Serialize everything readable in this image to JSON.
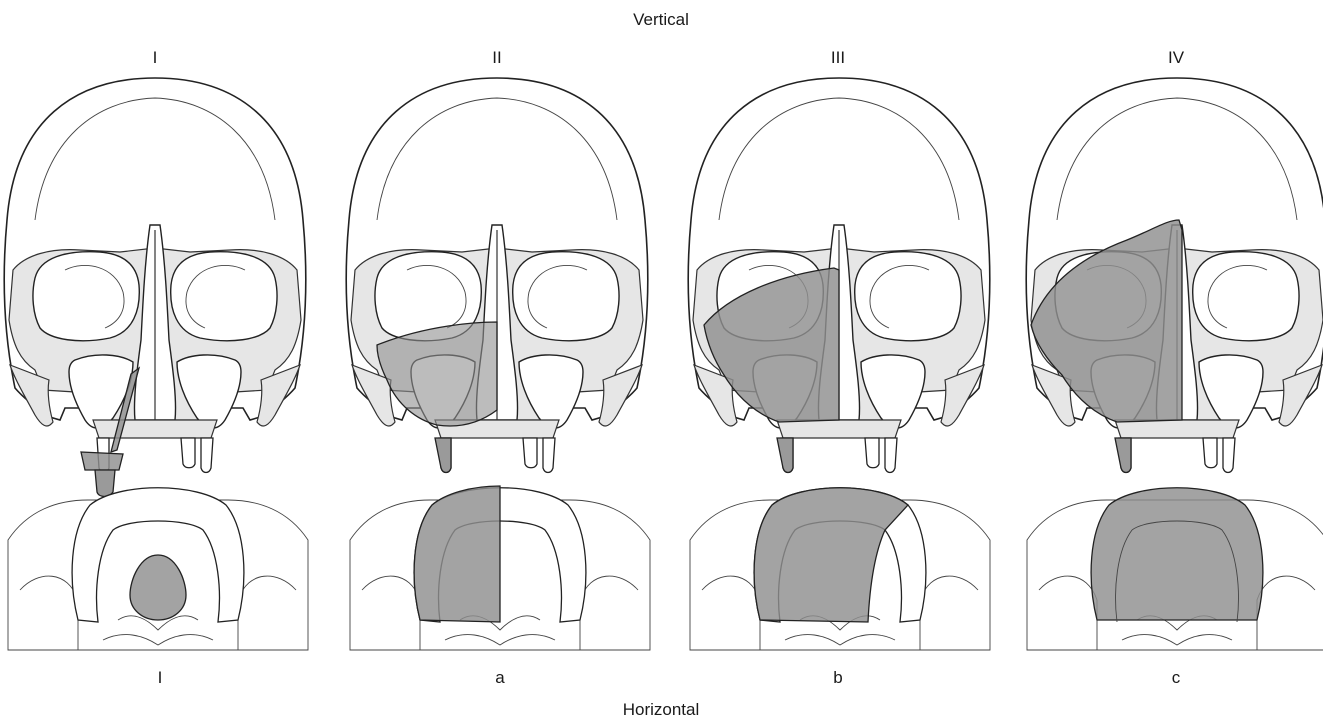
{
  "labels": {
    "vertical_title": "Vertical",
    "horizontal_title": "Horizontal",
    "vertical_classes": [
      "I",
      "II",
      "III",
      "IV"
    ],
    "horizontal_classes": [
      "I",
      "a",
      "b",
      "c"
    ]
  },
  "panels": {
    "skulls": [
      {
        "class": "I",
        "resection": "alveolar"
      },
      {
        "class": "II",
        "resection": "low-maxillectomy"
      },
      {
        "class": "III",
        "resection": "high-maxillectomy"
      },
      {
        "class": "IV",
        "resection": "radical-maxillectomy"
      }
    ],
    "palates": [
      {
        "class": "I",
        "defect": "central-palatal"
      },
      {
        "class": "a",
        "defect": "unilateral"
      },
      {
        "class": "b",
        "defect": "beyond-midline"
      },
      {
        "class": "c",
        "defect": "total"
      }
    ]
  },
  "colors": {
    "defect_fill": "#8f8f8f",
    "bone_fill": "#e6e6e6",
    "line": "#222222"
  }
}
